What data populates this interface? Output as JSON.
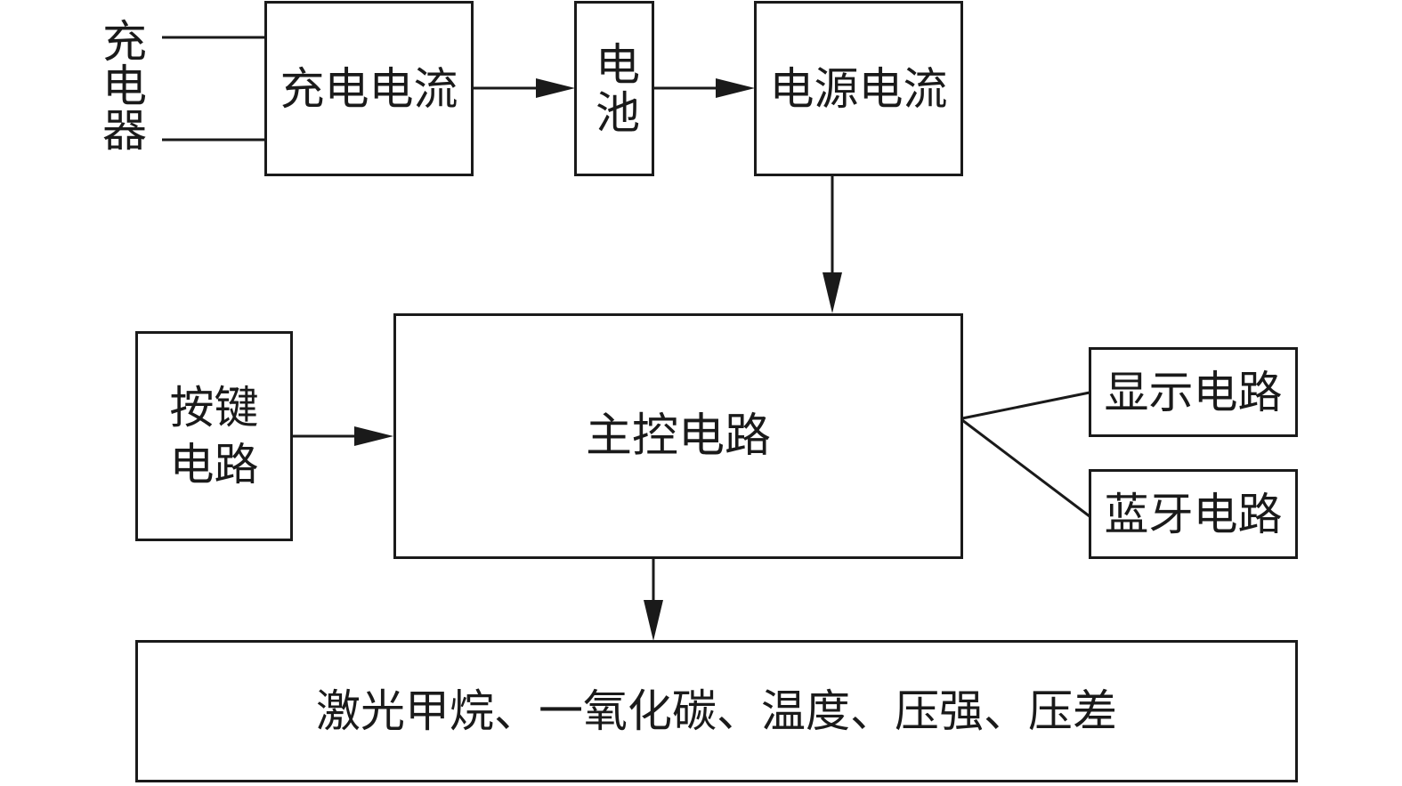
{
  "charger": {
    "label": "充电器"
  },
  "nodes": {
    "charging_current": "充电电流",
    "battery": "电池",
    "power_current": "电源电流",
    "key_circuit": "按键电路",
    "main_control": "主控电路",
    "display_circuit": "显示电路",
    "bluetooth_circuit": "蓝牙电路",
    "sensors": "激光甲烷、一氧化碳、温度、压强、压差"
  },
  "edges": [
    {
      "from": "charger",
      "to": "charging_current",
      "directed": false
    },
    {
      "from": "charging_current",
      "to": "battery",
      "directed": true
    },
    {
      "from": "battery",
      "to": "power_current",
      "directed": true
    },
    {
      "from": "power_current",
      "to": "main_control",
      "directed": true
    },
    {
      "from": "key_circuit",
      "to": "main_control",
      "directed": true
    },
    {
      "from": "main_control",
      "to": "display_circuit",
      "directed": false
    },
    {
      "from": "main_control",
      "to": "bluetooth_circuit",
      "directed": false
    },
    {
      "from": "main_control",
      "to": "sensors",
      "directed": true
    }
  ],
  "colors": {
    "stroke": "#1a1a1a",
    "background": "#ffffff"
  }
}
